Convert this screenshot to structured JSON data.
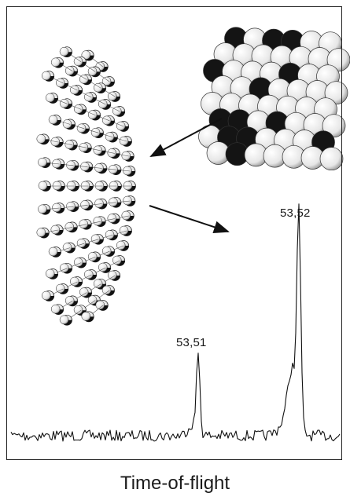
{
  "figure": {
    "x_axis_label": "Time-of-flight",
    "peak_labels": [
      "53,51",
      "53,52"
    ],
    "icons": [
      "atom-probe-tip-lattice",
      "cluster-close-up",
      "arrow"
    ],
    "colors": {
      "frame": "#222222",
      "signal": "#111111",
      "atom_light": "#ededed",
      "atom_dark": "#111111"
    }
  }
}
